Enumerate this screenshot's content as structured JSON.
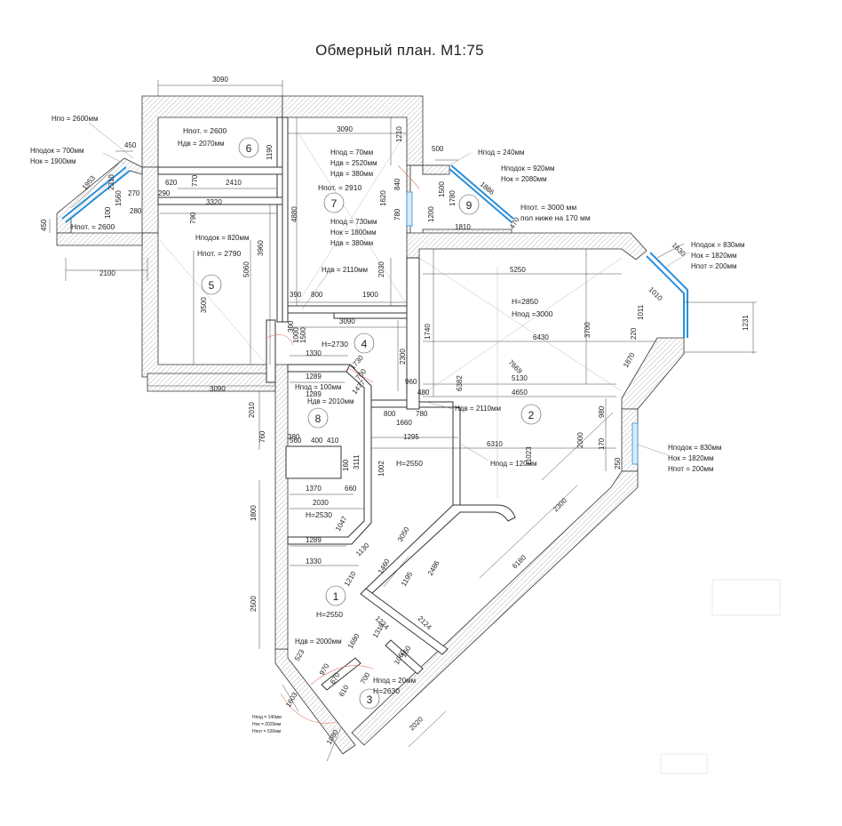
{
  "title": "Обмерный план. М1:75",
  "rooms": [
    {
      "id": "room-1",
      "number": "1",
      "height": "H=2550"
    },
    {
      "id": "room-2",
      "number": "2",
      "height": "H=2850",
      "height2": "Hпод =3000"
    },
    {
      "id": "room-3",
      "number": "3",
      "height": "H=2630"
    },
    {
      "id": "room-4",
      "number": "4",
      "height": "H=2730"
    },
    {
      "id": "room-5",
      "number": "5",
      "height": "Hпот. = 2790"
    },
    {
      "id": "room-6",
      "number": "6",
      "height": "Hпот. = 2600"
    },
    {
      "id": "room-7",
      "number": "7",
      "height": "Hпот. = 2910"
    },
    {
      "id": "room-8",
      "number": "8",
      "height": "H=2530"
    },
    {
      "id": "room-9",
      "number": "9",
      "height": "Hпот. = 3000 мм"
    }
  ],
  "notes": {
    "n_hpo_2600": "Hпо = 2600мм",
    "n_hpodok_700": "Hподок = 700мм",
    "n_hok_1900": "Hок = 1900мм",
    "n_hpot_2600_left": "Hпот. = 2600",
    "n_hdv_2070": "Hдв = 2070мм",
    "n_hpod_70": "Hпод = 70мм",
    "n_hdv_2520": "Hдв = 2520мм",
    "n_hdv_380": "Hдв = 380мм",
    "n_hpod_730": "Hпод = 730мм",
    "n_hok_1800": "Hок = 1800мм",
    "n_hdv_380b": "Hдв = 380мм",
    "n_hpodok_820": "Hподок = 820мм",
    "n_hdv_2110_a": "Hдв = 2110мм",
    "n_hpod_240": "Hпод = 240мм",
    "n_hpodok_920": "Hподок = 920мм",
    "n_hok_2080": "Hок = 2080мм",
    "n_floor_170": "пол ниже на 170 мм",
    "n_hpodok_830_a": "Hподок = 830мм",
    "n_hok_1820_a": "Hок = 1820мм",
    "n_hpot_200_a": "Hпот = 200мм",
    "n_hpod_100": "Hпод = 100мм",
    "n_hdv_2010": "Hдв = 2010мм",
    "n_hdv_2110_b": "Hдв = 2110мм",
    "n_hpod_120": "Hпод = 120мм",
    "n_hpodok_830_b": "Hподок = 830мм",
    "n_hok_1820_b": "Hок = 1820мм",
    "n_hpot_200_b": "Hпот = 200мм",
    "n_hdv_2000": "Hдв = 2000мм",
    "n_hpod_20": "Hпод = 20мм",
    "n_small_1": "Hпод = 140мм",
    "n_small_2": "Hок = 2020мм",
    "n_small_3": "Hпот = 530мм"
  },
  "dims": {
    "d3090_top": "3090",
    "d3090_r7": "3090",
    "d1210": "1210",
    "d1190": "1190",
    "d450": "450",
    "d1953": "1953",
    "d2310": "2310",
    "d1560": "1560",
    "d450l": "450",
    "d270": "270",
    "d290": "290",
    "d620": "620",
    "d2410": "2410",
    "d770": "770",
    "d280": "280",
    "d100": "100",
    "d3320": "3320",
    "d790": "790",
    "d4880": "4880",
    "d3960": "3960",
    "d5060": "5060",
    "d3500": "3500",
    "d2100": "2100",
    "d1620": "1620",
    "d840": "840",
    "d780": "780",
    "d1200": "1200",
    "d500": "500",
    "d1500": "1500",
    "d1780": "1780",
    "d1886": "1886",
    "d1810": "1810",
    "d470": "470",
    "d2030": "2030",
    "d390": "390",
    "d800": "800",
    "d1900": "1900",
    "d3090_m": "3090",
    "d300": "300",
    "d1000": "1000",
    "d1500b": "1500",
    "d1330": "1330",
    "d1289": "1289",
    "d1730": "1730",
    "d700": "700",
    "d2300": "2300",
    "d1740": "1740",
    "d960": "960",
    "d480": "480",
    "d5250": "5250",
    "d1630": "1630",
    "d1010": "1010",
    "d1231": "1231",
    "d1011": "1011",
    "d220": "220",
    "d3700": "3700",
    "d6430": "6430",
    "d7669": "7669",
    "d5130": "5130",
    "d1870": "1870",
    "d4650": "4650",
    "d6382": "6382",
    "d980": "980",
    "d3090_bl": "3090",
    "d2010": "2010",
    "d760": "760",
    "d1289b": "1289",
    "d1477": "1477",
    "d780b": "780",
    "d1660": "1660",
    "d800b": "800",
    "d1295": "1295",
    "d6310": "6310",
    "d11023": "11023",
    "d2000": "2000",
    "d170": "170",
    "d250": "250",
    "d380": "380",
    "d560": "560",
    "d400": "400",
    "d410": "410",
    "d160": "160",
    "d3111": "3111",
    "d1002": "1002",
    "d1370": "1370",
    "d660": "660",
    "d2030b": "2030",
    "d1800": "1800",
    "d1047": "1047",
    "d1289c": "1289",
    "d3050": "3050",
    "d2300b": "2300",
    "d1130": "1130",
    "d1460": "1460",
    "d6180": "6180",
    "d1330b": "1330",
    "d1210b": "1210",
    "d2486": "2486",
    "d1195": "1195",
    "d2500": "2500",
    "d2124": "2124",
    "d1224": "1224",
    "d1310": "1310",
    "d1680": "1680",
    "d523": "523",
    "d970": "970",
    "d670": "670",
    "d1060": "1060",
    "d1603": "1603",
    "d610": "610",
    "d700b": "700",
    "d1080": "1080",
    "d2020": "2020",
    "d160b": "160"
  }
}
